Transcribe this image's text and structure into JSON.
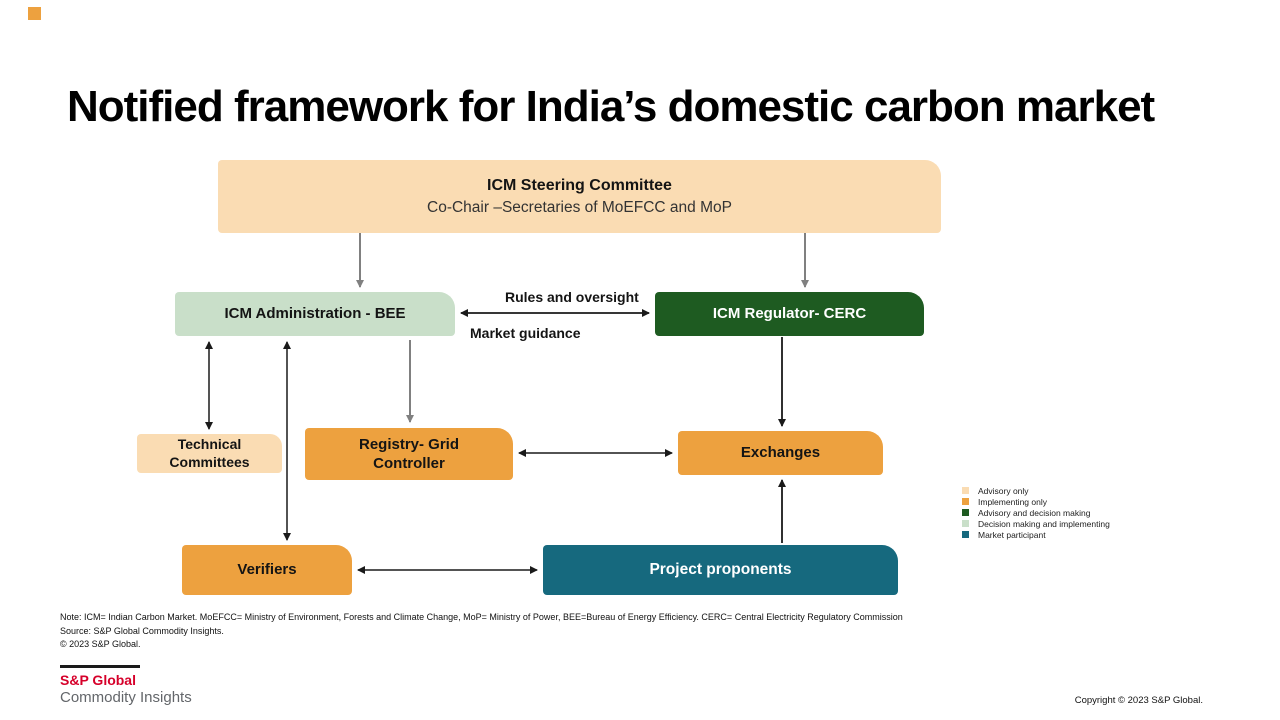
{
  "page": {
    "title": "Notified framework for India’s domestic carbon market"
  },
  "colors": {
    "advisory_only": "#FADCB3",
    "implementing_only": "#EDA13F",
    "advisory_and_decision": "#1E5B21",
    "decision_and_implementing": "#C9DFC9",
    "market_participant": "#16697E",
    "gray_arrow": "#808080",
    "black_arrow": "#1A1A1A",
    "logo_red": "#D6002A"
  },
  "diagram": {
    "nodes": {
      "steering": {
        "title": "ICM Steering Committee",
        "subtitle": "Co-Chair –Secretaries of MoEFCC and MoP"
      },
      "admin": {
        "label": "ICM Administration - BEE"
      },
      "regulator": {
        "label": "ICM Regulator- CERC"
      },
      "technical": {
        "label": "Technical\nCommittees"
      },
      "registry": {
        "label": "Registry- Grid\nController"
      },
      "exchanges": {
        "label": "Exchanges"
      },
      "verifiers": {
        "label": "Verifiers"
      },
      "proponents": {
        "label": "Project proponents"
      }
    },
    "edge_labels": {
      "rules": "Rules and oversight",
      "guidance": "Market guidance"
    }
  },
  "legend": {
    "items": [
      {
        "label": "Advisory only",
        "color": "#FADCB3"
      },
      {
        "label": "Implementing only",
        "color": "#EDA13F"
      },
      {
        "label": "Advisory and decision making",
        "color": "#1E5B21"
      },
      {
        "label": "Decision making and implementing",
        "color": "#C9DFC9"
      },
      {
        "label": "Market participant",
        "color": "#16697E"
      }
    ]
  },
  "footnotes": {
    "note": "Note: ICM= Indian Carbon Market. MoEFCC= Ministry of Environment, Forests and Climate Change, MoP= Ministry of Power, BEE=Bureau of Energy Efficiency. CERC= Central Electricity Regulatory Commission",
    "source": "Source: S&P Global Commodity Insights.",
    "copyright": "© 2023 S&P Global."
  },
  "branding": {
    "logo_name": "S&P Global",
    "logo_division": "Commodity Insights",
    "footer_copyright": "Copyright © 2023 S&P Global."
  }
}
